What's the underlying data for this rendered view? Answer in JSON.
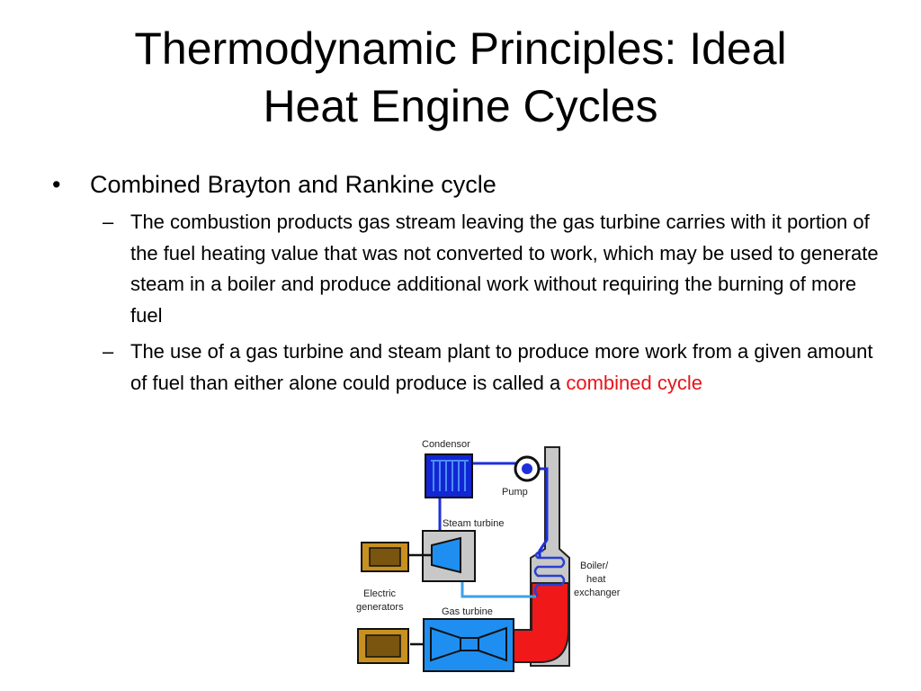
{
  "slide": {
    "title_line1": "Thermodynamic Principles: Ideal",
    "title_line2": "Heat Engine Cycles",
    "bullet_mark": "•",
    "sub_mark": "–",
    "bullet": "Combined Brayton and Rankine cycle",
    "sub1": "The combustion products gas stream leaving the gas turbine carries with it portion of the fuel heating value that was not converted to work, which may be used to generate steam in a boiler and produce additional work without requiring the burning of more fuel",
    "sub2_text": "The use of a gas turbine and steam plant to produce more work from a given amount of fuel than either alone could produce is called a",
    "sub2_highlight": "combined cycle"
  },
  "diagram": {
    "condensor": "Condensor",
    "pump": "Pump",
    "steam_turbine": "Steam turbine",
    "boiler_line1": "Boiler/",
    "boiler_line2": "heat",
    "boiler_line3": "exchanger",
    "generators_line1": "Electric",
    "generators_line2": "generators",
    "gas_turbine": "Gas turbine"
  },
  "colors": {
    "highlight": "#e8141a",
    "water_dark": "#1f2fd9",
    "water_light": "#3fa0e6",
    "gas": "#1e8ff0",
    "hot_gas": "#f01818",
    "generator": "#c8901e"
  }
}
